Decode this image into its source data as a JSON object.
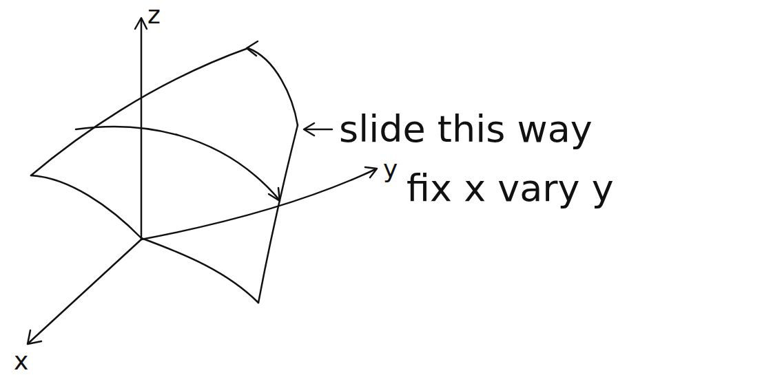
{
  "diagram": {
    "labels": [
      "z",
      "y",
      "x",
      "slide this way",
      "fix x vary y"
    ]
  }
}
